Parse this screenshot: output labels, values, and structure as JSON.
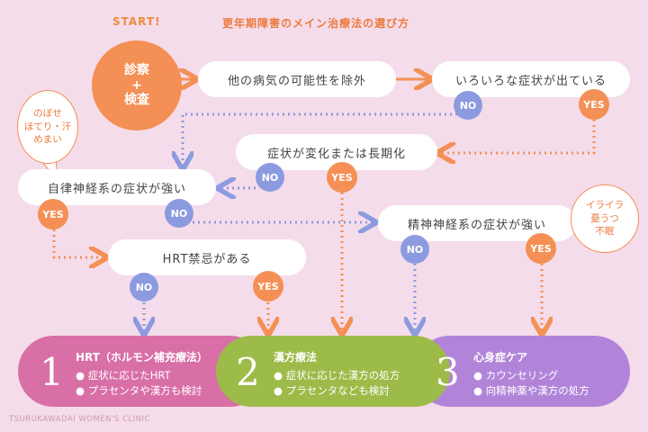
{
  "start_label": "START!",
  "title": "更年期障害のメイン治療法の選び方",
  "start_node": {
    "line1": "診察",
    "line2": "+",
    "line3": "検査"
  },
  "nodes": {
    "exclude": "他の病気の可能性を除外",
    "various": "いろいろな症状が出ている",
    "change": "症状が変化または長期化",
    "autonomic": "自律神経系の症状が強い",
    "mental": "精神神経系の症状が強い",
    "hrt_contra": "HRT禁忌がある"
  },
  "bubbles": {
    "left": {
      "line1": "のぼせ",
      "line2": "ほてり・汗",
      "line3": "めまい"
    },
    "right": {
      "line1": "イライラ",
      "line2": "憂うつ",
      "line3": "不眠"
    }
  },
  "answers": {
    "no": "NO",
    "yes": "YES"
  },
  "treatments": [
    {
      "number": "1",
      "title": "HRT（ホルモン補充療法）",
      "items": [
        "● 症状に応じたHRT",
        "● プラセンタや漢方も検討"
      ],
      "color": "#d96fa7"
    },
    {
      "number": "2",
      "title": "漢方療法",
      "items": [
        "● 症状に応じた漢方の処方",
        "● プラセンタなども検討"
      ],
      "color": "#9dbb48"
    },
    {
      "number": "3",
      "title": "心身症ケア",
      "items": [
        "● カウンセリング",
        "● 向精神薬や漢方の処方"
      ],
      "color": "#b184d9"
    }
  ],
  "footer": "TSURUKAWADAI WOMEN'S CLINIC",
  "colors": {
    "background": "#f5dcea",
    "orange": "#f49055",
    "blue": "#8c9be0"
  }
}
